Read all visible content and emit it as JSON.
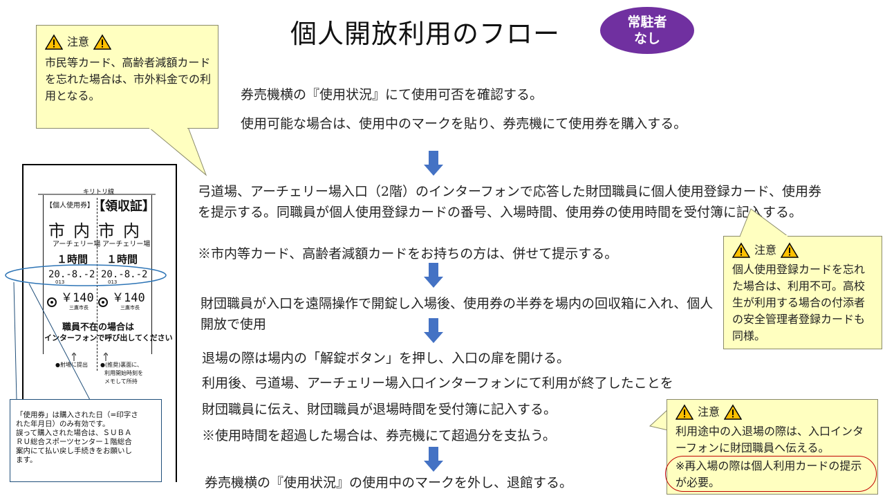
{
  "title": "個人開放利用のフロー",
  "badge": {
    "line1": "常駐者",
    "line2": "なし",
    "color": "#7030a0"
  },
  "steps": {
    "s1_line1": "券売機横の『使用状況』にて使用可否を確認する。",
    "s1_line2": "使用可能な場合は、使用中のマークを貼り、券売機にて使用券を購入する。",
    "s2_text": "弓道場、アーチェリー場入口（2階）のインターフォンで応答した財団職員に個人使用登録カード、使用券を提示する。同職員が個人使用登録カードの番号、入場時間、使用券の使用時間を受付簿に記入する。",
    "s2_note": "※市内等カード、高齢者減額カードをお持ちの方は、併せて提示する。",
    "s3_text": "財団職員が入口を遠隔操作で開錠し入場後、使用券の半券を場内の回収箱に入れ、個人開放で使用",
    "s4_line1": "退場の際は場内の「解錠ボタン」を押し、入口の扉を開ける。",
    "s4_line2": "利用後、弓道場、アーチェリー場入口インターフォンにて利用が終了したことを",
    "s4_line3": "財団職員に伝え、財団職員が退場時間を受付簿に記入する。",
    "s4_line4": "※使用時間を超過した場合は、券売機にて超過分を支払う。",
    "s5_text": "券売機横の『使用状況』の使用中のマークを外し、退館する。"
  },
  "notes": {
    "top_left": {
      "head": "注意",
      "body": "市民等カード、高齢者減額カードを忘れた場合は、市外料金での利用となる。"
    },
    "right": {
      "head": "注意",
      "body": "個人使用登録カードを忘れた場合は、利用不可。高校生が利用する場合の付添者の安全管理者登録カードも同様。"
    },
    "bottom_right": {
      "head": "注意",
      "body": "利用途中の入退場の際は、入口インターフォンに財団職員へ伝える。",
      "highlight": "※再入場の際は個人利用カードの提示が必要。"
    }
  },
  "ticket": {
    "cut_label": "キリトリ線",
    "type_label": "【個人使用券】",
    "receipt_label": "【領収証】",
    "left": {
      "city": "市内",
      "venue": "アーチェリー場",
      "duration": "１時間",
      "date": "20.-8.-2",
      "code": "013",
      "price": "￥140"
    },
    "right": {
      "city": "市内",
      "venue": "アーチェリー場",
      "duration": "１時間",
      "date": "20.-8.-2",
      "code": "013",
      "price": "￥140",
      "issuer": "三鷹市長"
    },
    "left_issuer": "三鷹市長",
    "absent_line1": "職員不在の場合は",
    "absent_line2": "インターフォンで呼び出してください",
    "left_caption": "●射場に提出",
    "right_caption_1": "●(推奨)裏面に、",
    "right_caption_2": "利用開始時刻を",
    "right_caption_3": "メモして所持"
  },
  "info_box": {
    "line1": "「使用券」は購入された日（=印字さ",
    "line2": "れた年月日）のみ有効です。",
    "line3": "誤って購入された場合は、ＳＵＢＡ",
    "line4": "ＲＵ総合スポーツセンター１階総合",
    "line5": "案内にて払い戻し手続きをお願いし",
    "line6": "ます。"
  },
  "colors": {
    "note_bg": "#ffffc0",
    "arrow": "#4472c4",
    "highlight_circle": "#c00000",
    "date_ellipse": "#2e75b6"
  }
}
